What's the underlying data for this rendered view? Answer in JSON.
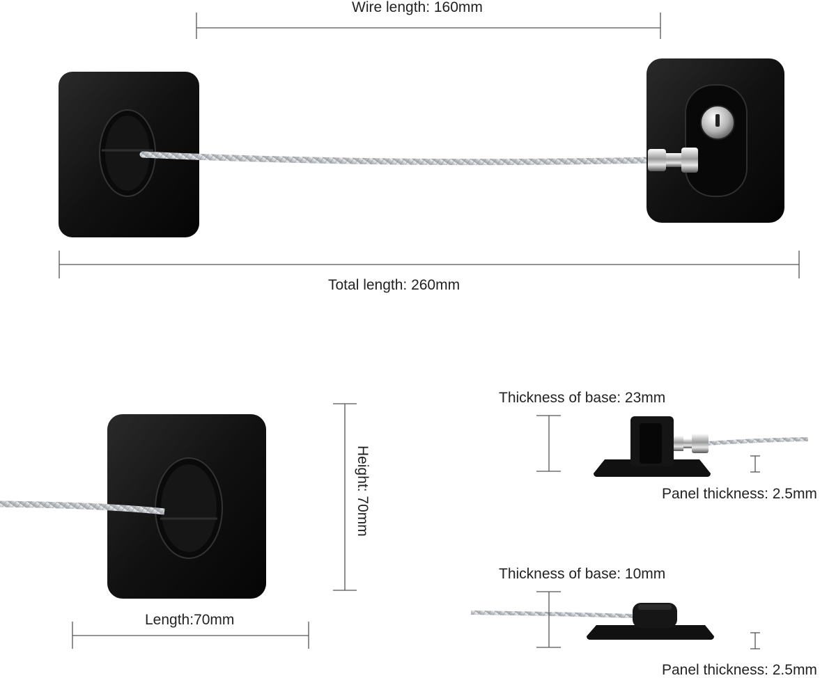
{
  "top": {
    "wire_length": "Wire length: 160mm",
    "total_length": "Total length: 260mm"
  },
  "bottom_left": {
    "height": "Height: 70mm",
    "length": "Length:70mm"
  },
  "bottom_right": {
    "upper": {
      "base_thickness": "Thickness of base: 23mm",
      "panel_thickness": "Panel thickness: 2.5mm"
    },
    "lower": {
      "base_thickness": "Thickness of base: 10mm",
      "panel_thickness": "Panel thickness: 2.5mm"
    }
  }
}
